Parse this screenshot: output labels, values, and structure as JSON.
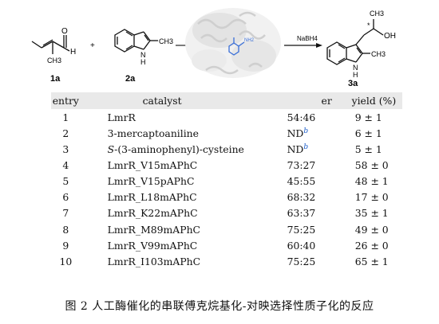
{
  "scheme": {
    "compound_a": {
      "label": "1a",
      "atoms": {
        "oxygen": "O",
        "hydrogen": "H",
        "methyl": "CH3"
      }
    },
    "plus": "+",
    "compound_b": {
      "label": "2a",
      "atoms": {
        "methyl": "CH3",
        "nitrogen": "N",
        "hydrogen": "H"
      }
    },
    "reagent": "NaBH4",
    "product": {
      "label": "3a",
      "atoms": {
        "methyl_top": "CH3",
        "star": "*",
        "hydroxyl": "OH",
        "methyl": "CH3",
        "nitrogen": "N",
        "hydrogen": "H"
      }
    },
    "protein_inset": {
      "residue_label": "NH2"
    }
  },
  "table": {
    "headers": {
      "entry": "entry",
      "catalyst": "catalyst",
      "er": "er",
      "yield": "yield (%)"
    },
    "note_mark": "b",
    "rows": [
      {
        "entry": "1",
        "catalyst": "LmrR",
        "er": "54:46",
        "yield": "9 ± 1"
      },
      {
        "entry": "2",
        "catalyst": "3-mercaptoaniline",
        "er": "ND",
        "er_note": "b",
        "yield": "6 ± 1"
      },
      {
        "entry": "3",
        "catalyst_prefix": "S",
        "catalyst": "-(3-aminophenyl)-cysteine",
        "er": "ND",
        "er_note": "b",
        "yield": "5 ± 1"
      },
      {
        "entry": "4",
        "catalyst": "LmrR_V15mAPhC",
        "er": "73:27",
        "yield": "58 ± 0"
      },
      {
        "entry": "5",
        "catalyst": "LmrR_V15pAPhC",
        "er": "45:55",
        "yield": "48 ± 1"
      },
      {
        "entry": "6",
        "catalyst": "LmrR_L18mAPhC",
        "er": "68:32",
        "yield": "17 ± 0"
      },
      {
        "entry": "7",
        "catalyst": "LmrR_K22mAPhC",
        "er": "63:37",
        "yield": "35 ± 1"
      },
      {
        "entry": "8",
        "catalyst": "LmrR_M89mAPhC",
        "er": "75:25",
        "yield": "49 ± 0"
      },
      {
        "entry": "9",
        "catalyst": "LmrR_V99mAPhC",
        "er": "60:40",
        "yield": "26 ± 0"
      },
      {
        "entry": "10",
        "catalyst": "LmrR_I103mAPhC",
        "er": "75:25",
        "yield": "65 ± 1"
      }
    ]
  },
  "caption": "图 2 人工酶催化的串联傅克烷基化-对映选择性质子化的反应"
}
